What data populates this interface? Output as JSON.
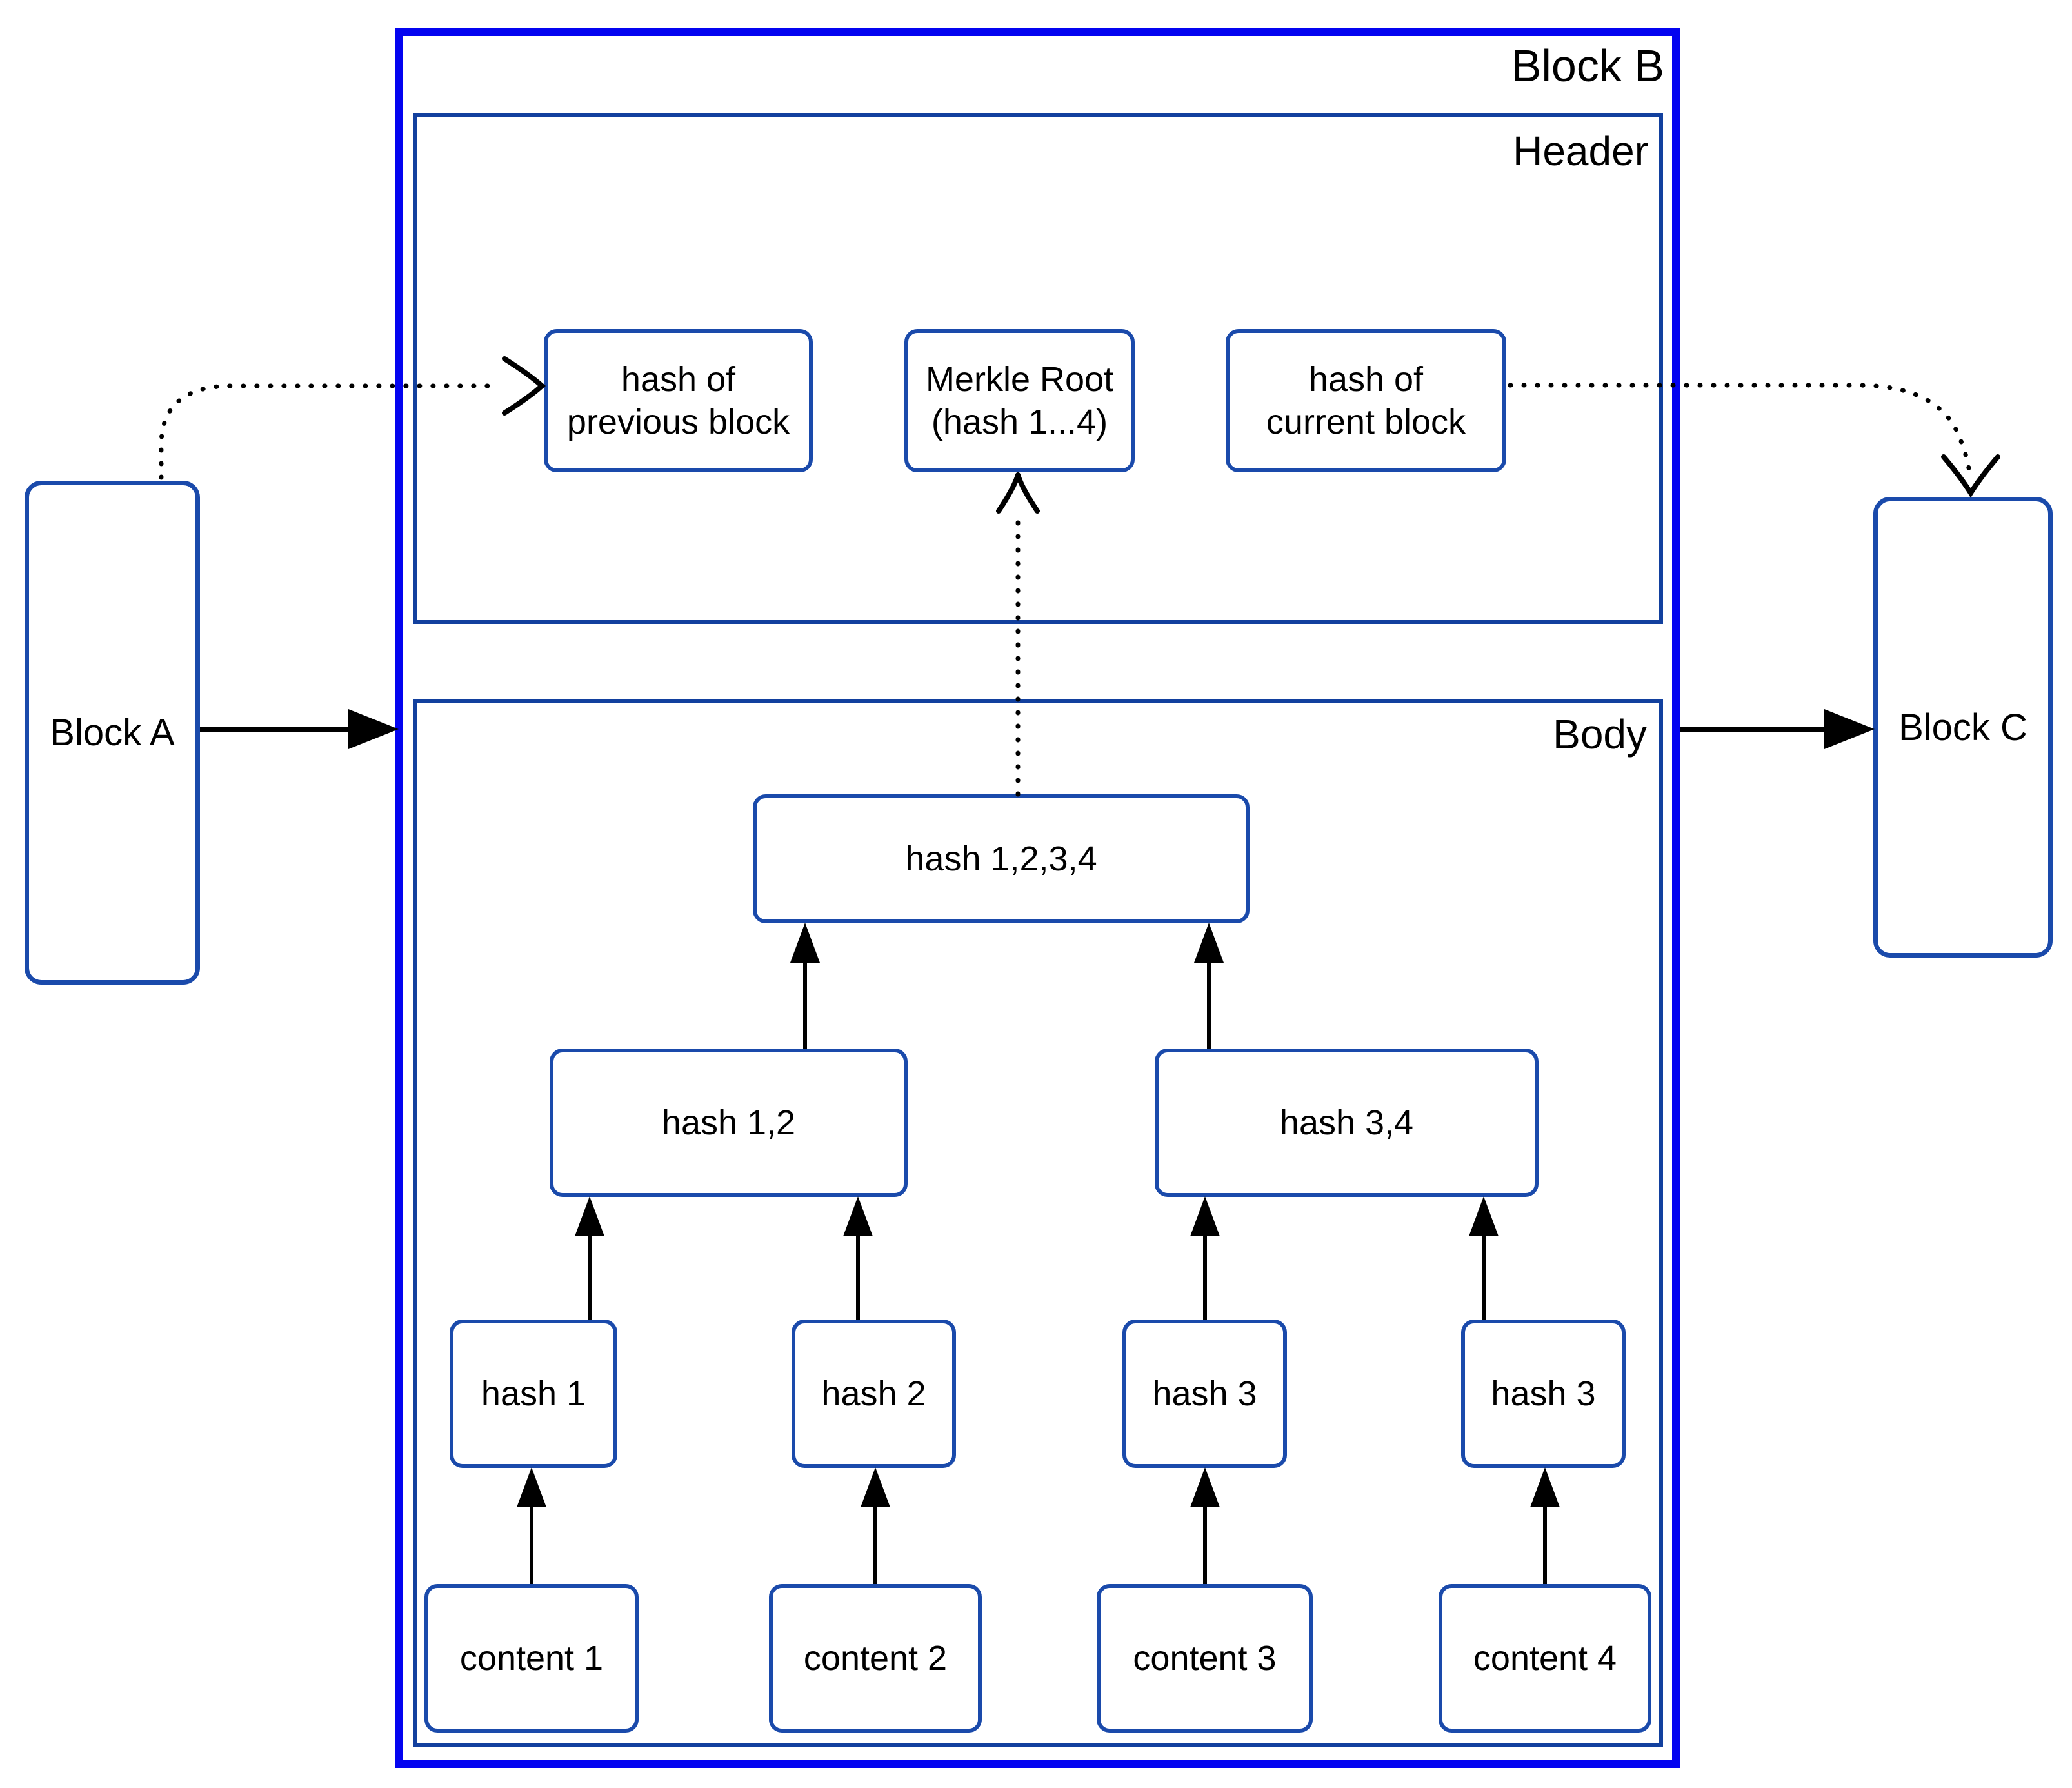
{
  "colors": {
    "outer_border": "#0404F0",
    "section_border": "#12409E",
    "node_border": "#1A4AAB",
    "connector": "#000000",
    "text": "#000000",
    "background": "#FFFFFF"
  },
  "labels": {
    "block_a": "Block A",
    "block_b": "Block B",
    "block_c": "Block C",
    "header": "Header",
    "body": "Body"
  },
  "header_nodes": {
    "hash_prev": {
      "line1": "hash of",
      "line2": "previous block"
    },
    "merkle_root": {
      "line1": "Merkle Root",
      "line2": "(hash 1...4)"
    },
    "hash_curr": {
      "line1": "hash of",
      "line2": "current block"
    }
  },
  "tree_nodes": {
    "hash_1234": {
      "label": "hash 1,2,3,4"
    },
    "hash_12": {
      "label": "hash 1,2"
    },
    "hash_34": {
      "label": "hash 3,4"
    },
    "hash_1": {
      "label": "hash 1"
    },
    "hash_2": {
      "label": "hash 2"
    },
    "hash_3a": {
      "label": "hash 3"
    },
    "hash_3b": {
      "label": "hash 3"
    },
    "content_1": {
      "label": "content 1"
    },
    "content_2": {
      "label": "content 2"
    },
    "content_3": {
      "label": "content 3"
    },
    "content_4": {
      "label": "content 4"
    }
  }
}
